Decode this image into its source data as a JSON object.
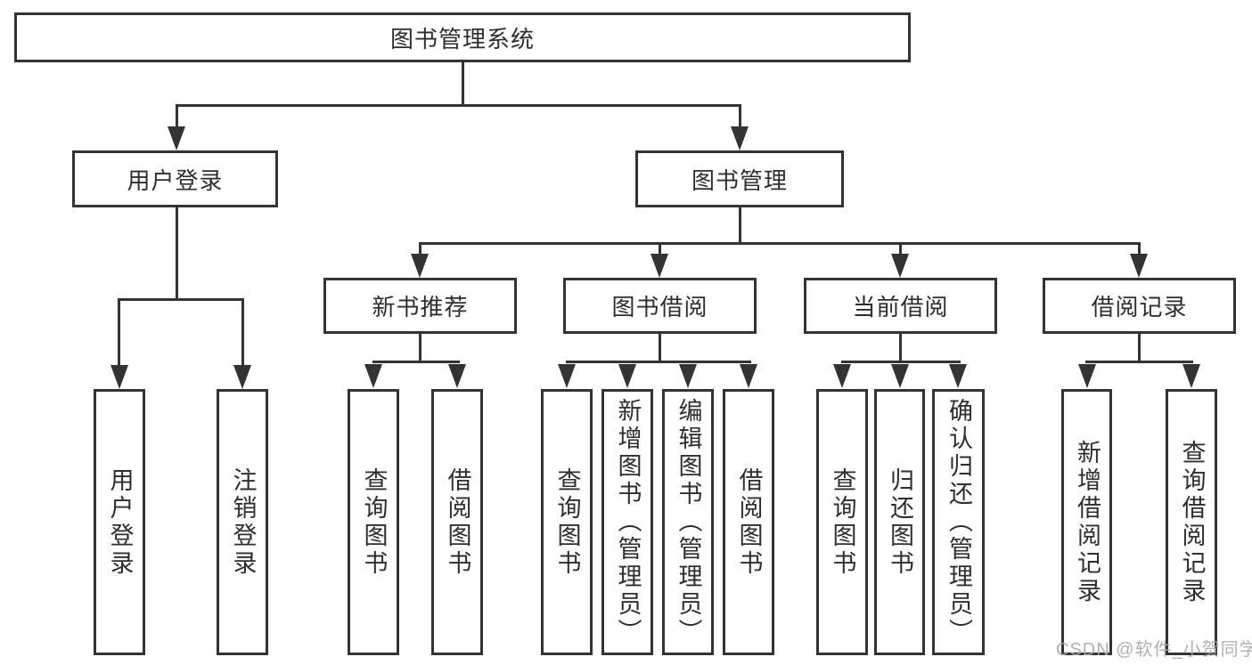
{
  "title": "图书管理系统",
  "level2": [
    "用户登录",
    "图书管理"
  ],
  "level3": [
    "新书推荐",
    "图书借阅",
    "当前借阅",
    "借阅记录"
  ],
  "leaves": [
    "用户登录",
    "注销登录",
    "查询图书",
    "借阅图书",
    "查询图书",
    "新增图书（管理员）",
    "编辑图书（管理员）",
    "借阅图书",
    "查询图书",
    "归还图书",
    "确认归还（管理员）",
    "新增借阅记录",
    "查询借阅记录"
  ],
  "watermark": "CSDN @软件_小贺同学",
  "colors": {
    "line": "#333333",
    "text": "#2e2e2e",
    "watermark": "#a8a8a8",
    "background": "#ffffff"
  }
}
